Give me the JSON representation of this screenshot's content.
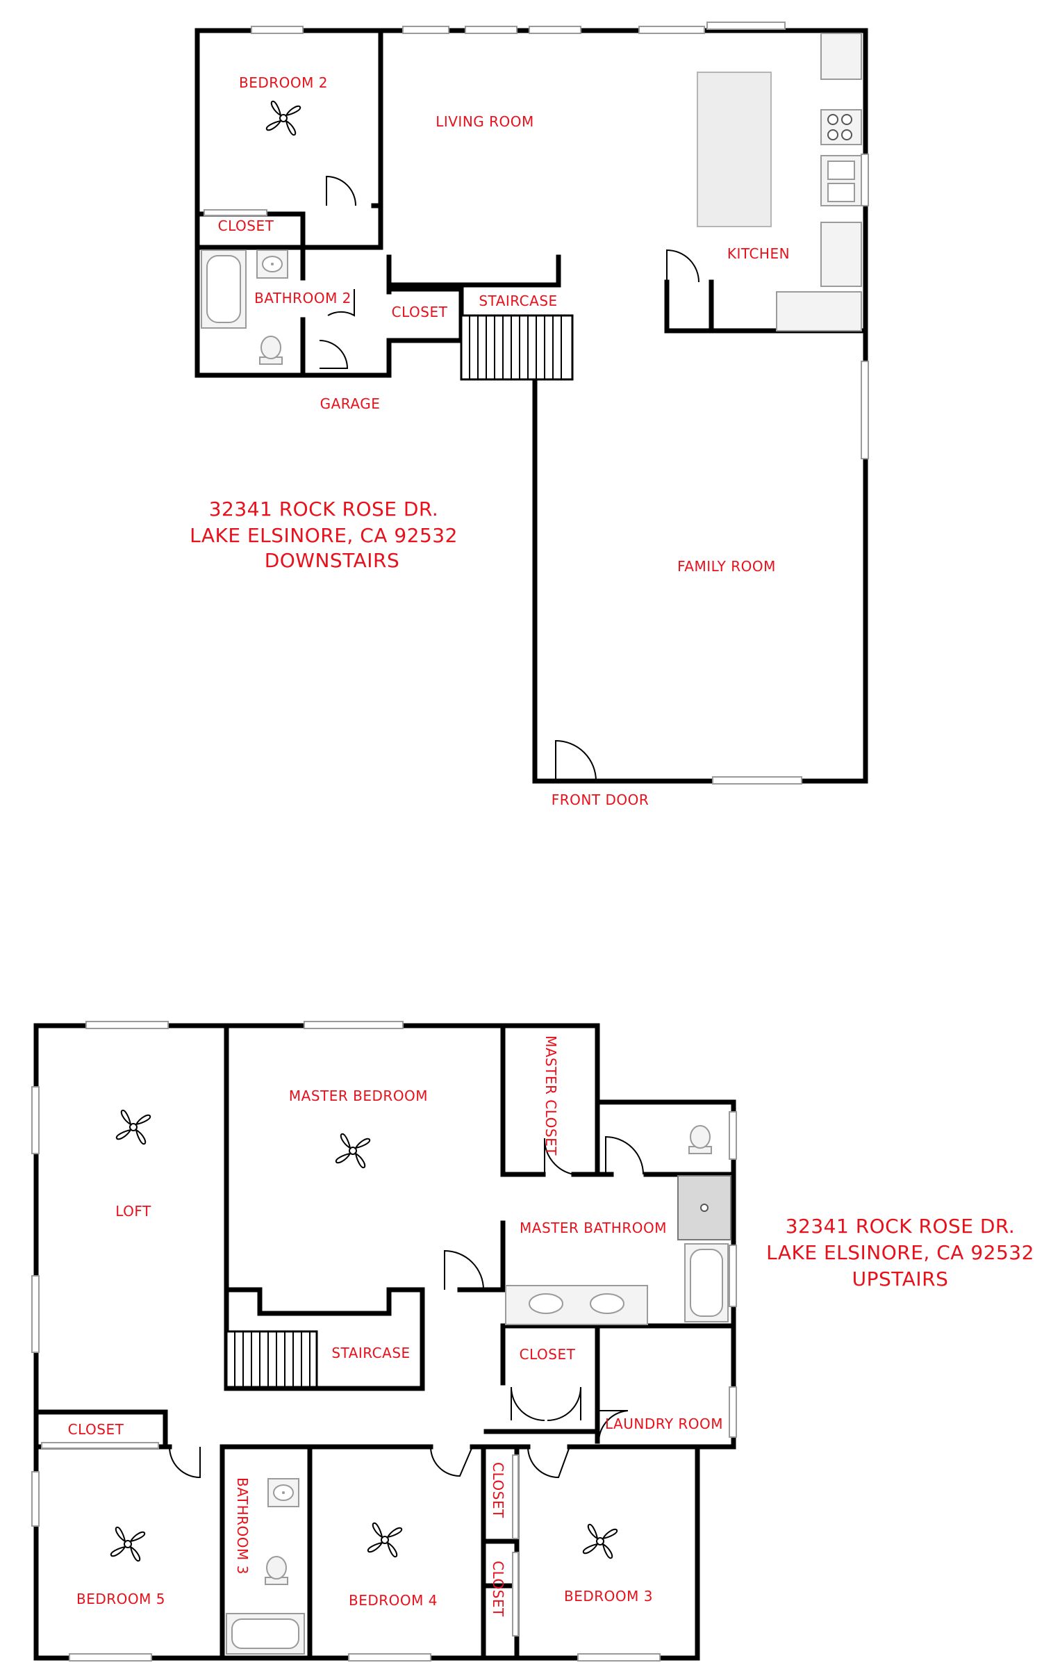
{
  "downstairs": {
    "address_line1": "32341 ROCK ROSE DR.",
    "address_line2": "LAKE ELSINORE, CA 92532",
    "floor": "DOWNSTAIRS",
    "rooms": {
      "bedroom2": "BEDROOM 2",
      "living_room": "LIVING ROOM",
      "closet_a": "CLOSET",
      "bathroom2": "BATHROOM 2",
      "closet_b": "CLOSET",
      "staircase": "STAIRCASE",
      "kitchen": "KITCHEN",
      "garage": "GARAGE",
      "family_room": "FAMILY ROOM",
      "front_door": "FRONT DOOR"
    }
  },
  "upstairs": {
    "address_line1": "32341 ROCK ROSE DR.",
    "address_line2": "LAKE ELSINORE, CA 92532",
    "floor": "UPSTAIRS",
    "rooms": {
      "master_bedroom": "MASTER BEDROOM",
      "master_closet": "MASTER CLOSET",
      "loft": "LOFT",
      "master_bathroom": "MASTER BATHROOM",
      "staircase": "STAIRCASE",
      "closet_hall": "CLOSET",
      "closet_loft": "CLOSET",
      "laundry_room": "LAUNDRY ROOM",
      "bathroom3": "BATHROOM 3",
      "closet_b4a": "CLOSET",
      "closet_b4b": "CLOSET",
      "bedroom5": "BEDROOM 5",
      "bedroom4": "BEDROOM 4",
      "bedroom3": "BEDROOM 3"
    }
  },
  "colors": {
    "label": "#e8101a",
    "wall": "#000000"
  },
  "icons": [
    "ceiling-fan-icon",
    "toilet-icon",
    "sink-icon",
    "bathtub-icon",
    "stove-icon",
    "shower-icon"
  ]
}
